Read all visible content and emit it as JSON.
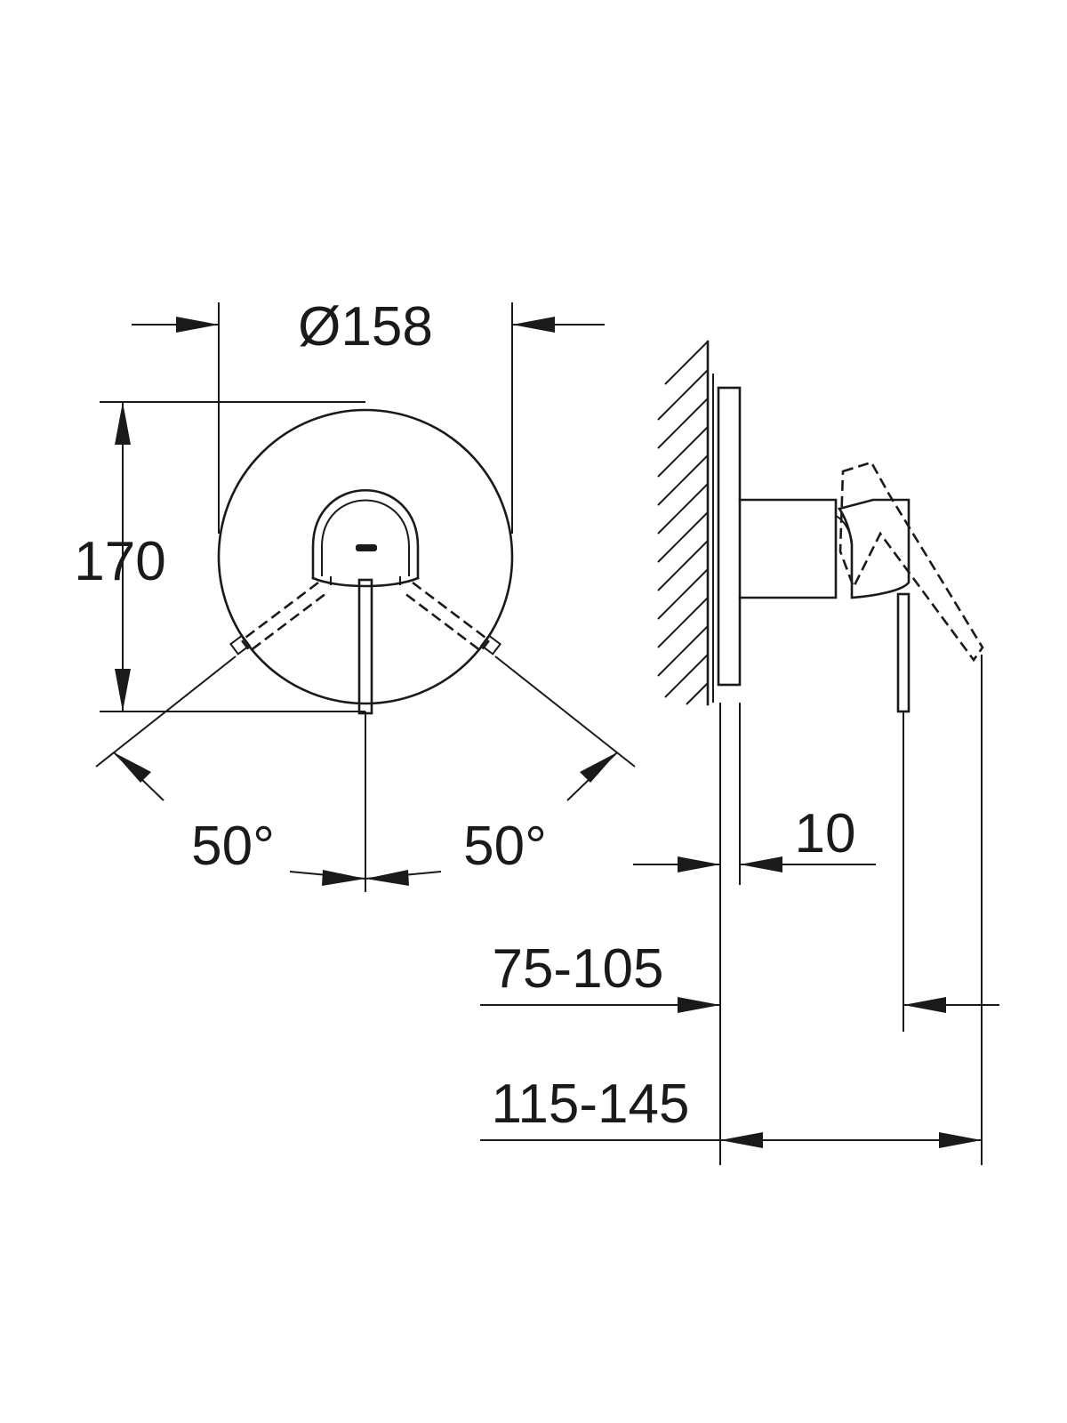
{
  "diagram": {
    "diameter_label": "Ø158",
    "height_label": "170",
    "angle_left_label": "50°",
    "angle_right_label": "50°",
    "plate_thickness_label": "10",
    "depth_range_label": "75-105",
    "total_depth_label": "115-145"
  }
}
